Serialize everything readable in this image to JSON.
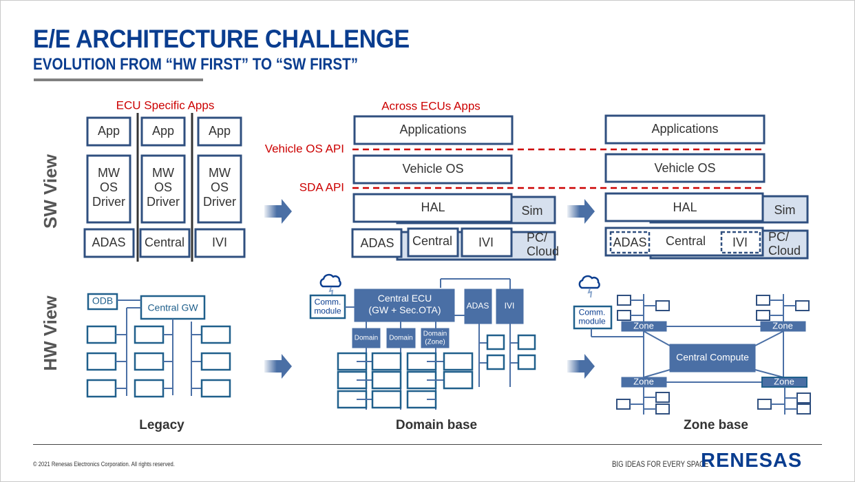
{
  "header": {
    "title": "E/E ARCHITECTURE CHALLENGE",
    "subtitle": "EVOLUTION FROM “HW FIRST” TO “SW FIRST”"
  },
  "row_labels": {
    "sw_view": "SW View",
    "hw_view": "HW View"
  },
  "colors": {
    "title_blue": "#0a3d8f",
    "box_border": "#2f4f7f",
    "fill_blue": "#4a6fa5",
    "hw_box_border": "#1f5f8b",
    "api_red": "#cc0000",
    "sim_fill": "#d6e0ee",
    "label_gray": "#333333"
  },
  "legacy": {
    "caption": "ECU Specific Apps",
    "columns": [
      {
        "app": "App",
        "stack": [
          "MW",
          "OS",
          "Driver"
        ],
        "ecu": "ADAS"
      },
      {
        "app": "App",
        "stack": [
          "MW",
          "OS",
          "Driver"
        ],
        "ecu": "Central"
      },
      {
        "app": "App",
        "stack": [
          "MW",
          "OS",
          "Driver"
        ],
        "ecu": "IVI"
      }
    ],
    "hw": {
      "odb": "ODB",
      "gateway": "Central GW"
    },
    "footer_label": "Legacy"
  },
  "domain": {
    "caption": "Across ECUs Apps",
    "api_vehicle_os": "Vehicle OS API",
    "api_sda": "SDA API",
    "applications": "Applications",
    "vehicle_os": "Vehicle OS",
    "hal": "HAL",
    "sim": "Sim",
    "ecus": [
      "ADAS",
      "Central",
      "IVI"
    ],
    "pc_cloud": [
      "PC/",
      "Cloud"
    ],
    "hw": {
      "comm_module": [
        "Comm.",
        "module"
      ],
      "central_ecu": [
        "Central ECU",
        "(GW + Sec.OTA)"
      ],
      "adas": "ADAS",
      "ivi": "IVI",
      "domains": [
        [
          "Domain"
        ],
        [
          "Domain"
        ],
        [
          "Domain",
          "(Zone)"
        ]
      ]
    },
    "footer_label": "Domain base"
  },
  "zone": {
    "applications": "Applications",
    "vehicle_os": "Vehicle OS",
    "hal": "HAL",
    "sim": "Sim",
    "central": "Central",
    "adas": "ADAS",
    "ivi": "IVI",
    "pc_cloud": [
      "PC/",
      "Cloud"
    ],
    "hw": {
      "comm_module": [
        "Comm.",
        "module"
      ],
      "central_compute": "Central Compute",
      "zones": [
        "Zone",
        "Zone",
        "Zone",
        "Zone"
      ]
    },
    "footer_label": "Zone base"
  },
  "footer": {
    "copyright": "© 2021 Renesas Electronics Corporation. All rights reserved.",
    "tagline": "BIG IDEAS FOR EVERY SPACE",
    "logo": "RENESAS"
  }
}
